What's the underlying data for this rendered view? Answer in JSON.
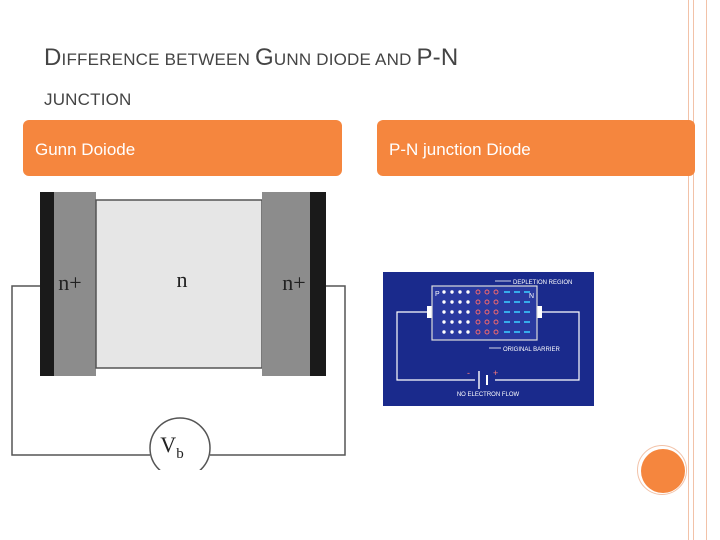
{
  "slide": {
    "title": {
      "cap1": "D",
      "rest1": "IFFERENCE BETWEEN ",
      "cap2": "G",
      "rest2": "UNN DIODE AND ",
      "cap3": "P-N",
      "line2": "JUNCTION"
    },
    "left_header": "Gunn Doiode",
    "right_header": "P-N junction Diode",
    "gunn_figure": {
      "left_contact_label": "n+",
      "center_label": "n",
      "right_contact_label": "n+",
      "source_label_main": "V",
      "source_label_sub": "b"
    },
    "pn_figure": {
      "p_label": "P",
      "n_label": "N",
      "depletion_label": "DEPLETION REGION",
      "barrier_label": "ORIGINAL BARRIER",
      "flow_label": "NO ELECTRON FLOW",
      "minus_sign": "-",
      "plus_sign": "+"
    },
    "colors": {
      "accent": "#f5863e",
      "decor_line": "#f2c2a8",
      "title_text": "#444444",
      "pn_background": "#1a2a8c"
    }
  }
}
